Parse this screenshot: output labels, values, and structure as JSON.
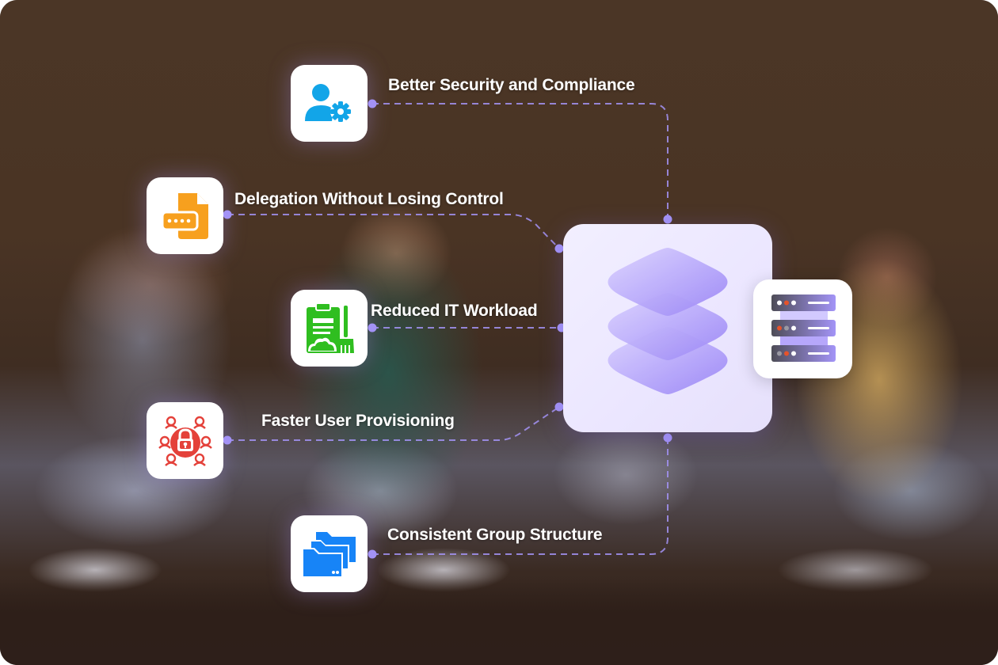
{
  "diagram": {
    "hub": {
      "icon": "stacked-layers-icon"
    },
    "server": {
      "icon": "server-rack-icon"
    },
    "benefits": [
      {
        "label": "Better Security and Compliance",
        "icon": "user-gear-icon",
        "icon_color": "#12a5e8"
      },
      {
        "label": "Delegation Without Losing Control",
        "icon": "document-password-icon",
        "icon_color": "#f7a01e"
      },
      {
        "label": "Reduced IT Workload",
        "icon": "clipboard-broom-icon",
        "icon_color": "#2fbe20"
      },
      {
        "label": "Faster User Provisioning",
        "icon": "lock-users-network-icon",
        "icon_color": "#e4413a"
      },
      {
        "label": "Consistent Group Structure",
        "icon": "folders-icon",
        "icon_color": "#1784f7"
      }
    ],
    "colors": {
      "connector": "#a393f5",
      "hub_fill": "#efebff",
      "layer": "#9c88f7"
    }
  }
}
